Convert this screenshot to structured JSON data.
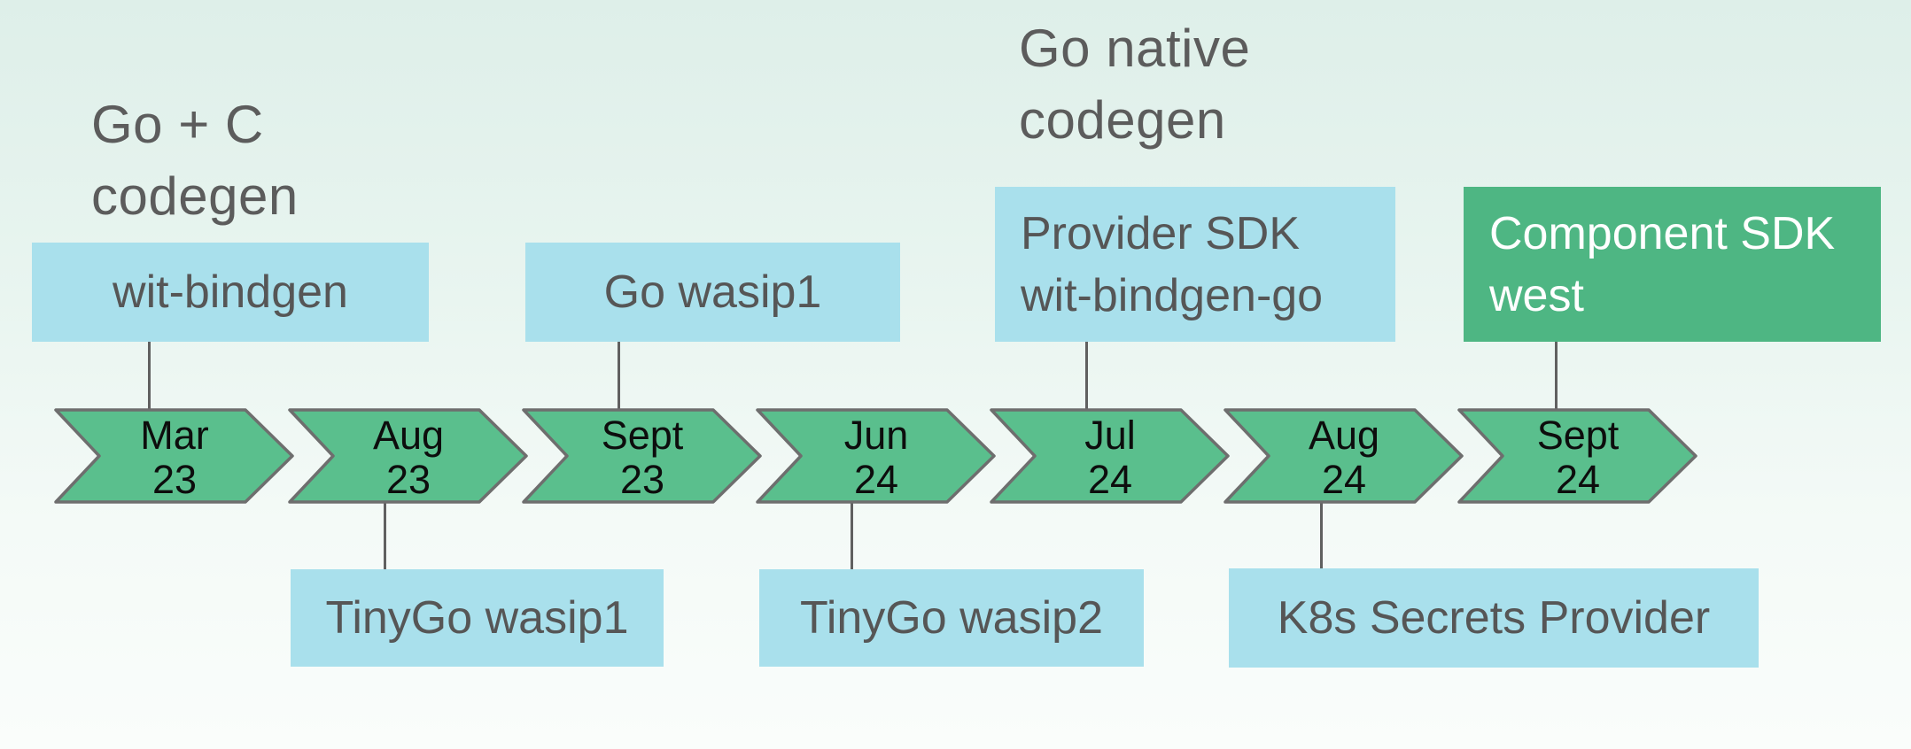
{
  "headers": {
    "go_c": "Go + C\ncodegen",
    "go_native": "Go native\ncodegen"
  },
  "milestones": {
    "wit_bindgen": "wit-bindgen",
    "go_wasip1": "Go wasip1",
    "provider_sdk": "Provider SDK\nwit-bindgen-go",
    "component_sdk": "Component SDK\nwest",
    "tinygo_wasip1": "TinyGo wasip1",
    "tinygo_wasip2": "TinyGo wasip2",
    "k8s_secrets": "K8s Secrets Provider"
  },
  "timeline": {
    "arrows": [
      {
        "month": "Mar",
        "year": "23"
      },
      {
        "month": "Aug",
        "year": "23"
      },
      {
        "month": "Sept",
        "year": "23"
      },
      {
        "month": "Jun",
        "year": "24"
      },
      {
        "month": "Jul",
        "year": "24"
      },
      {
        "month": "Aug",
        "year": "24"
      },
      {
        "month": "Sept",
        "year": "24"
      }
    ]
  },
  "colors": {
    "arrow_fill": "#5abf8d",
    "arrow_border": "#6e6e6e",
    "box_blue": "#a9e0ec",
    "box_green": "#4eb683",
    "connector_gray": "#606060",
    "header_text": "#5c5c5c",
    "box_text": "#565656",
    "arrow_text": "#0d0d0d",
    "white_text": "#ffffff"
  }
}
